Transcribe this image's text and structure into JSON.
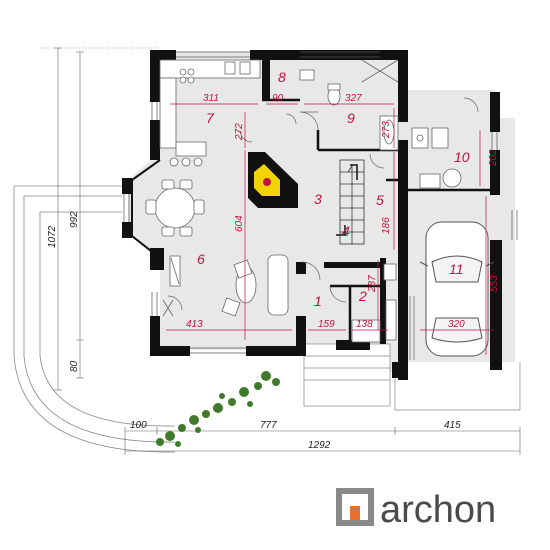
{
  "colors": {
    "wall": "#111111",
    "floor": "#e8e8e8",
    "accent": "#c0143c",
    "line": "#888888",
    "logo_orange": "#e8702a",
    "logo_gray": "#8a8a8a",
    "plant_green": "#3f7a2a",
    "fireplace": "#f2d200"
  },
  "rooms": [
    {
      "id": "1",
      "label": "1"
    },
    {
      "id": "2",
      "label": "2"
    },
    {
      "id": "3",
      "label": "3"
    },
    {
      "id": "4",
      "label": "4"
    },
    {
      "id": "5",
      "label": "5"
    },
    {
      "id": "6",
      "label": "6"
    },
    {
      "id": "7",
      "label": "7"
    },
    {
      "id": "8",
      "label": "8"
    },
    {
      "id": "9",
      "label": "9"
    },
    {
      "id": "10",
      "label": "10"
    },
    {
      "id": "11",
      "label": "11"
    }
  ],
  "room_dims": {
    "kitchen_width": "311",
    "room8_width": "90",
    "bath_width": "327",
    "bath_depth": "273",
    "corridor_depth": "272",
    "living_depth": "604",
    "boiler_depth": "202",
    "room5_depth": "186",
    "room2_depth": "287",
    "garage_depth": "553",
    "living_width": "413",
    "room1_width": "159",
    "room2_width": "138",
    "garage_width": "320"
  },
  "overall_dims": {
    "left_offset": "100",
    "house_main": "777",
    "garage_part": "415",
    "total_width": "1292",
    "total_depth": "1072",
    "house_depth": "992",
    "porch_depth": "80"
  },
  "logo": {
    "text": "archon",
    "icon": "archon-logo-icon"
  }
}
